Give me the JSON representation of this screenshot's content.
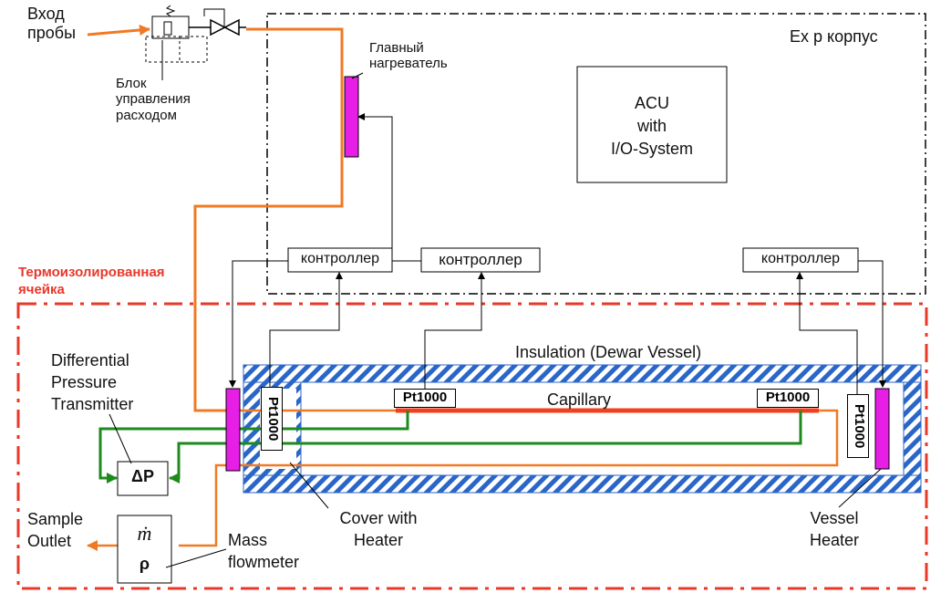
{
  "labels": {
    "probe_inlet": "Вход пробы",
    "flow_control": "Блок управления расходом",
    "main_heater": "Главный нагреватель",
    "ex_housing": "Ex p корпус",
    "acu_line1": "ACU",
    "acu_line2": "with",
    "acu_line3": "I/O-System",
    "insulated_cell": "Термоизолированная ячейка",
    "controller_1": "контроллер",
    "controller_2": "контроллер",
    "controller_3": "контроллер",
    "insulation": "Insulation (Dewar Vessel)",
    "capillary": "Capillary",
    "pt1000_cover": "Pt1000",
    "pt1000_cap_left": "Pt1000",
    "pt1000_cap_right": "Pt1000",
    "pt1000_vessel": "Pt1000",
    "dp_transmitter": "Differential Pressure Transmitter",
    "dp_symbol": "ΔP",
    "sample_outlet": "Sample Outlet",
    "mass_symbol": "ṁ",
    "rho_symbol": "ρ",
    "mass_flowmeter": "Mass flowmeter",
    "cover_heater": "Cover with Heater",
    "vessel_heater": "Vessel Heater"
  },
  "colors": {
    "sample_line": "#f07a24",
    "pressure_line": "#1e8a1e",
    "heater": "#e61ee6",
    "insulation_hatch": "#2a66c8",
    "capillary": "#f0401e",
    "cell_border": "#e8382a"
  }
}
